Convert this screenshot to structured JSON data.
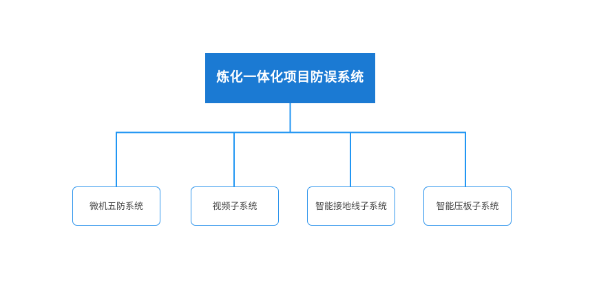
{
  "diagram": {
    "title": "炼化一体化项目防误系统",
    "type": "org-chart",
    "background_color": "#ffffff",
    "root": {
      "label": "炼化一体化项目防误系统",
      "fill_color": "#1b7ad3",
      "text_color": "#ffffff"
    },
    "connector": {
      "color": "#2196f3",
      "stroke_width": 2
    },
    "children": [
      {
        "label": "微机五防系统",
        "border_color": "#2d94ec",
        "fill_color": "#ffffff",
        "text_color": "#444444"
      },
      {
        "label": "视频子系统",
        "border_color": "#2d94ec",
        "fill_color": "#ffffff",
        "text_color": "#444444"
      },
      {
        "label": "智能接地线子系统",
        "border_color": "#2d94ec",
        "fill_color": "#ffffff",
        "text_color": "#444444"
      },
      {
        "label": "智能压板子系统",
        "border_color": "#2d94ec",
        "fill_color": "#ffffff",
        "text_color": "#444444"
      }
    ]
  }
}
